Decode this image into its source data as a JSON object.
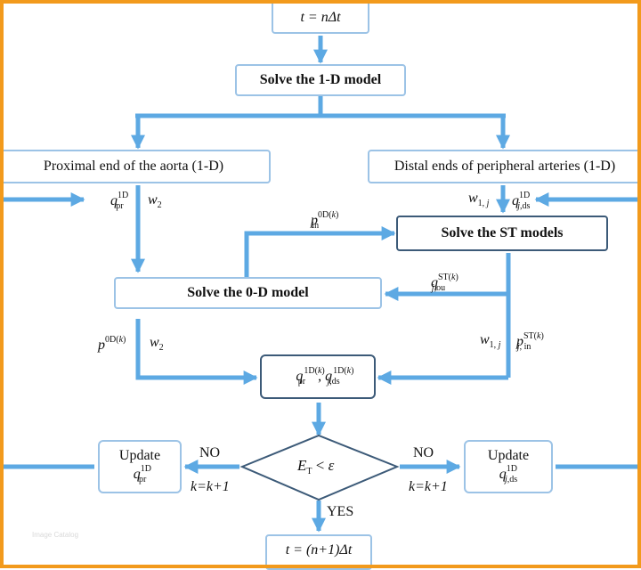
{
  "boxes": {
    "top_time": "t = nΔt",
    "solve_1d": "Solve the 1-D model",
    "proximal": "Proximal end of the aorta (1-D)",
    "distal": "Distal ends of peripheral arteries (1-D)",
    "solve_st": "Solve the ST models",
    "solve_0d": "Solve the 0-D model",
    "compare_q": "q_pr^1D(k), q_j,ds^1D(k)",
    "decision": "E_T < ε",
    "update_left": "Update",
    "update_left_var": "q_pr^1D",
    "update_right": "Update",
    "update_right_var": "q_j,ds^1D",
    "bottom_time": "t = (n+1)Δt"
  },
  "labels": {
    "q_pr_1d": {
      "sym": "q",
      "sup": "1D",
      "sub": "pr"
    },
    "w2_top": {
      "sym": "w",
      "sub": "2"
    },
    "w1j_top": {
      "sym": "w",
      "sub": "1, j"
    },
    "q_jds_1d": {
      "sym": "q",
      "sup": "1D",
      "sub": "j,ds"
    },
    "p_in_0d": {
      "sym": "p",
      "sup": "0D(k)",
      "sub": "in"
    },
    "q_jou_st": {
      "sym": "q",
      "sup": "ST(k)",
      "sub": "j,ou"
    },
    "p_0d": {
      "sym": "p",
      "sup": "0D(k)"
    },
    "w2_bottom": {
      "sym": "w",
      "sub": "2"
    },
    "w1j_bottom": {
      "sym": "w",
      "sub": "1, j"
    },
    "p_jin_st": {
      "sym": "p",
      "sup": "ST(k)",
      "sub": "j, in"
    },
    "no_left": "NO",
    "no_right": "NO",
    "k_left": "k=k+1",
    "k_right": "k=k+1",
    "yes": "YES"
  },
  "colors": {
    "frame": "#f29a1c",
    "arrow": "#5da9e3",
    "box_border": "#9cc3e6",
    "box_border_dark": "#3c5a78"
  }
}
